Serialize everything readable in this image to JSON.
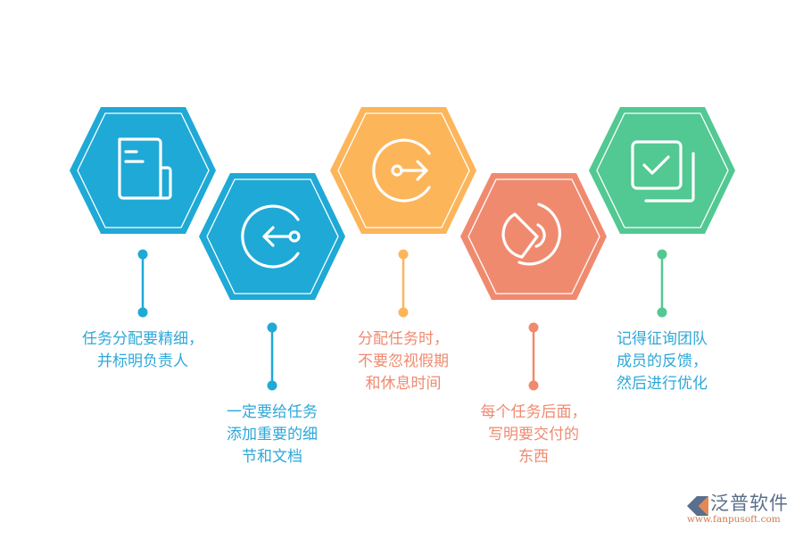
{
  "colors": {
    "blue": "#1fa9d6",
    "orange": "#fdb55a",
    "salmon": "#f08a6f",
    "green": "#52c892",
    "label_blue": "#2ea8d8",
    "label_salmon": "#ef8a70",
    "background": "#ffffff"
  },
  "steps": [
    {
      "id": 1,
      "icon": "document-icon",
      "color": "#1fa9d6",
      "text_color": "#2ea8d8",
      "lines": [
        "任务分配要精细，",
        "并标明负责人"
      ]
    },
    {
      "id": 2,
      "icon": "arrow-left-circle-icon",
      "color": "#1fa9d6",
      "text_color": "#2ea8d8",
      "lines": [
        "一定要给任务",
        "添加重要的细",
        "节和文档"
      ]
    },
    {
      "id": 3,
      "icon": "arrow-right-circle-icon",
      "color": "#fdb55a",
      "text_color": "#ef8a70",
      "lines": [
        "分配任务时，",
        "不要忽视假期",
        "和休息时间"
      ]
    },
    {
      "id": 4,
      "icon": "pie-chart-icon",
      "color": "#f08a6f",
      "text_color": "#ef8a70",
      "lines": [
        "每个任务后面，",
        "写明要交付的",
        "东西"
      ]
    },
    {
      "id": 5,
      "icon": "checkbox-stack-icon",
      "color": "#52c892",
      "text_color": "#2ea8d8",
      "lines": [
        "记得征询团队",
        "成员的反馈，",
        "然后进行优化"
      ]
    }
  ],
  "logo": {
    "brand": "泛普软件",
    "url": "www.fanpusoft.com"
  }
}
